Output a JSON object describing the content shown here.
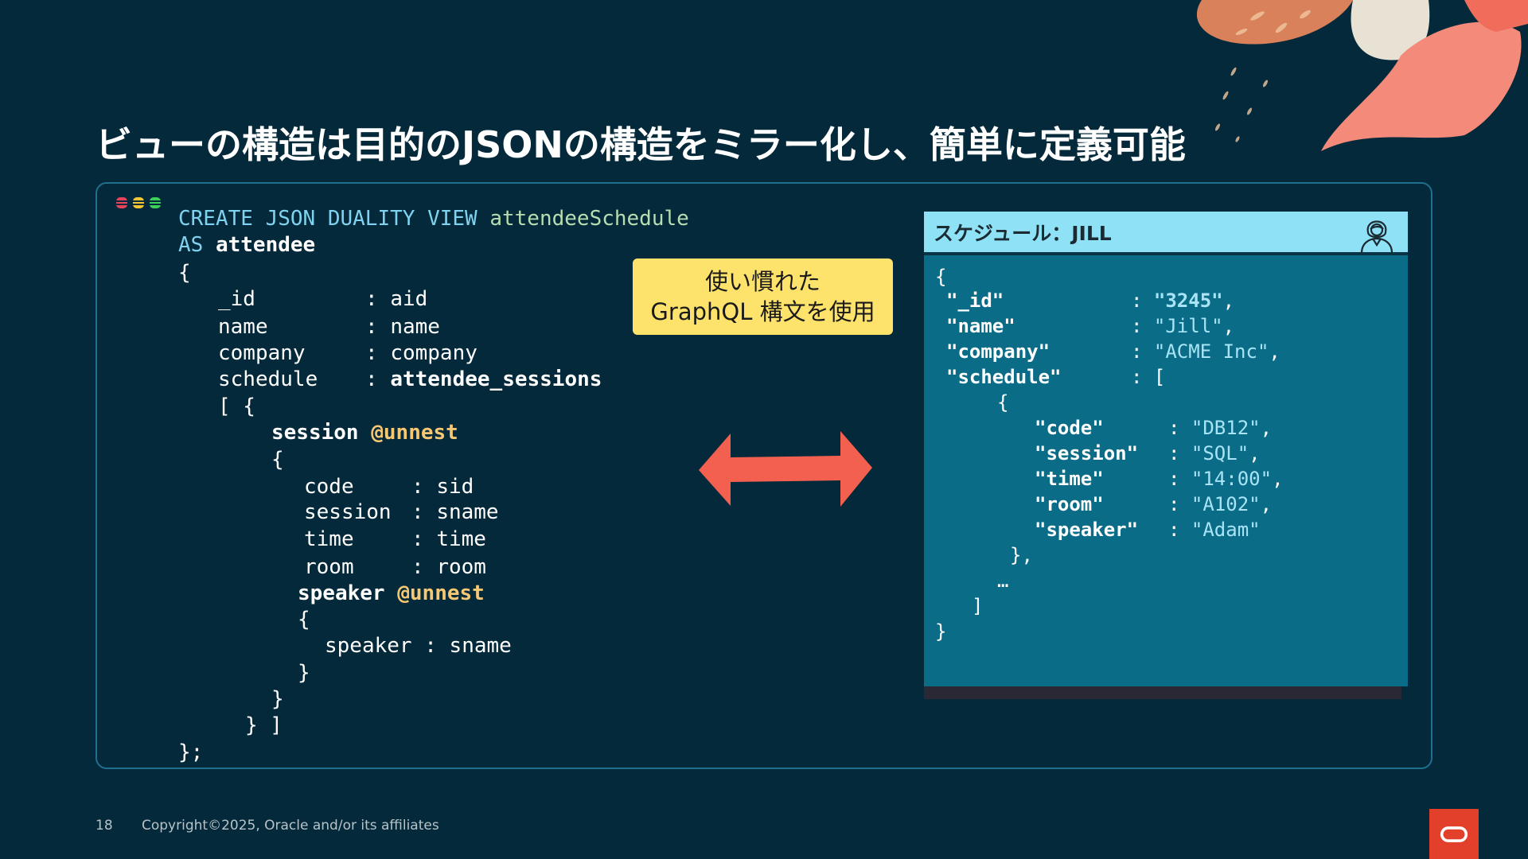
{
  "slide": {
    "title": "ビューの構造は目的のJSONの構造をミラー化し、簡単に定義可能",
    "page_number": "18",
    "copyright": "Copyright©2025, Oracle and/or its affiliates"
  },
  "callout": {
    "line1": "使い慣れた",
    "line2": "GraphQL 構文を使用"
  },
  "code": {
    "l1_kw": "CREATE JSON DUALITY VIEW",
    "l1_name": "attendeeSchedule",
    "l2_kw": "AS",
    "l2_table": "attendee",
    "brace_open": "{",
    "id_key": "_id",
    "id_val": "aid",
    "name_key": "name",
    "name_val": "name",
    "company_key": "company",
    "company_val": "company",
    "schedule_key": "schedule",
    "schedule_val": "attendee_sessions",
    "array_open": "[ {",
    "session": "session",
    "unnest": "@unnest",
    "inner_open": "{",
    "code_key": "code",
    "code_val": "sid",
    "session_key": "session",
    "session_val": "sname",
    "time_key": "time",
    "time_val": "time",
    "room_key": "room",
    "room_val": "room",
    "speaker": "speaker",
    "unnest2": "@unnest",
    "speaker_open": "{",
    "speaker_key": "speaker",
    "speaker_val": "sname",
    "speaker_close": "}",
    "inner_close": "}",
    "array_close": "} ]",
    "end": "};"
  },
  "json_doc": {
    "header": "スケジュール：JILL",
    "open": "{",
    "id_key": "\"_id\"",
    "id_val": "\"3245\"",
    "name_key": "\"name\"",
    "name_val": "\"Jill\"",
    "company_key": "\"company\"",
    "company_val": "\"ACME Inc\"",
    "schedule_key": "\"schedule\"",
    "schedule_open": "[",
    "item_open": "{",
    "code_key": "\"code\"",
    "code_val": "\"DB12\"",
    "session_key": "\"session\"",
    "session_val": "\"SQL\"",
    "time_key": "\"time\"",
    "time_val": "\"14:00\"",
    "room_key": "\"room\"",
    "room_val": "\"A102\"",
    "speaker_key": "\"speaker\"",
    "speaker_val": "\"Adam\"",
    "item_close": "},",
    "ellipsis": "…",
    "schedule_close": "]",
    "close": "}"
  },
  "colors": {
    "background": "#04293a",
    "keyword": "#7fd3f0",
    "identifier": "#b7ddb0",
    "directive": "#f7c873",
    "callout": "#fde36b",
    "arrow": "#f4604f",
    "json_panel": "#0b6c87",
    "json_header": "#8fe2f6",
    "oracle_red": "#e3402b"
  },
  "icons": {
    "window_controls": "db-stack-dots-icon",
    "swap": "double-arrow-icon",
    "user": "user-avatar-icon",
    "brand": "oracle-logo-icon"
  }
}
